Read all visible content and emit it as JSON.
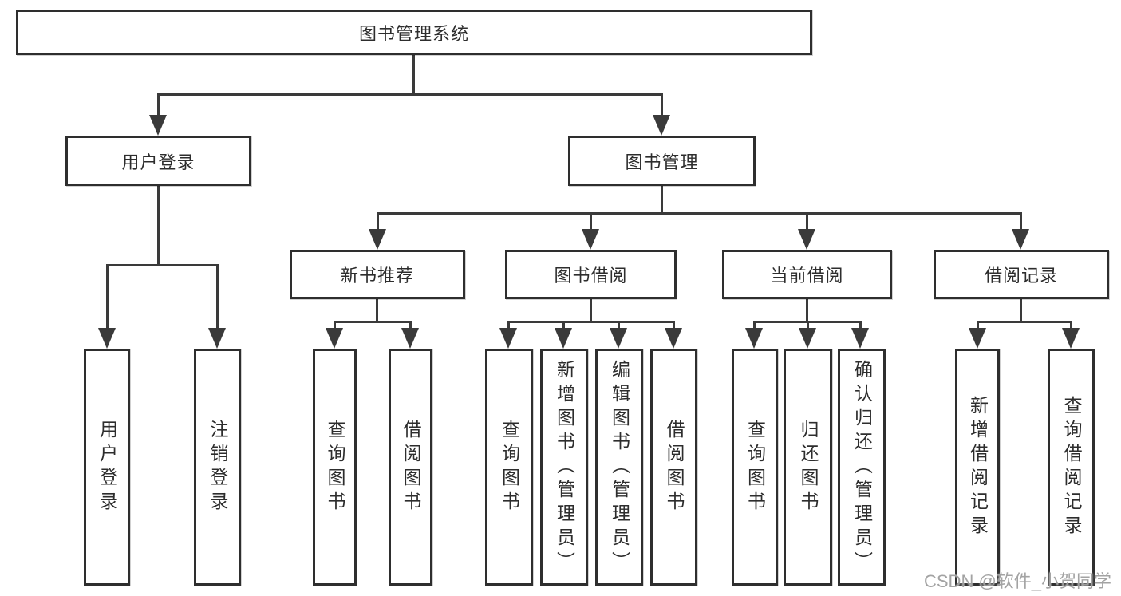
{
  "diagram_type": "functional-structure-tree",
  "colors": {
    "line": "#3a3a3a",
    "box_border": "#2e2e2e",
    "box_fill": "#ffffff",
    "text": "#2d2d2d",
    "watermark": "#9e9e9e"
  },
  "tree": {
    "label": "图书管理系统",
    "children": [
      {
        "label": "用户登录",
        "children": [
          {
            "label": "用户登录"
          },
          {
            "label": "注销登录"
          }
        ]
      },
      {
        "label": "图书管理",
        "children": [
          {
            "label": "新书推荐",
            "children": [
              {
                "label": "查询图书"
              },
              {
                "label": "借阅图书"
              }
            ]
          },
          {
            "label": "图书借阅",
            "children": [
              {
                "label": "查询图书"
              },
              {
                "label": "新增图书（管理员）"
              },
              {
                "label": "编辑图书（管理员）"
              },
              {
                "label": "借阅图书"
              }
            ]
          },
          {
            "label": "当前借阅",
            "children": [
              {
                "label": "查询图书"
              },
              {
                "label": "归还图书"
              },
              {
                "label": "确认归还（管理员）"
              }
            ]
          },
          {
            "label": "借阅记录",
            "children": [
              {
                "label": "新增借阅记录"
              },
              {
                "label": "查询借阅记录"
              }
            ]
          }
        ]
      }
    ]
  },
  "watermark": {
    "text": "CSDN @软件_小贺同学"
  }
}
